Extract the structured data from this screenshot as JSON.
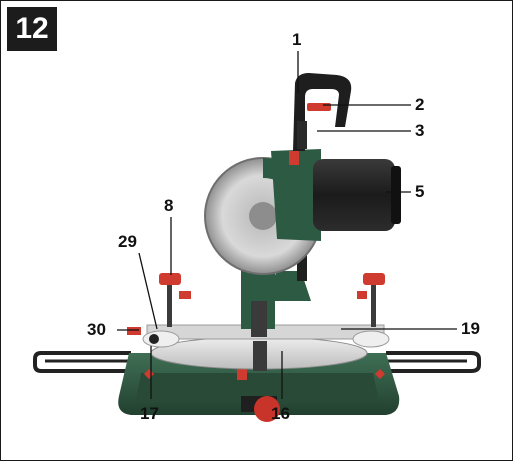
{
  "figure": {
    "number": "12",
    "callouts": {
      "c1": "1",
      "c2": "2",
      "c3": "3",
      "c5": "5",
      "c8": "8",
      "c29": "29",
      "c30": "30",
      "c19": "19",
      "c17": "17",
      "c16": "16"
    }
  }
}
